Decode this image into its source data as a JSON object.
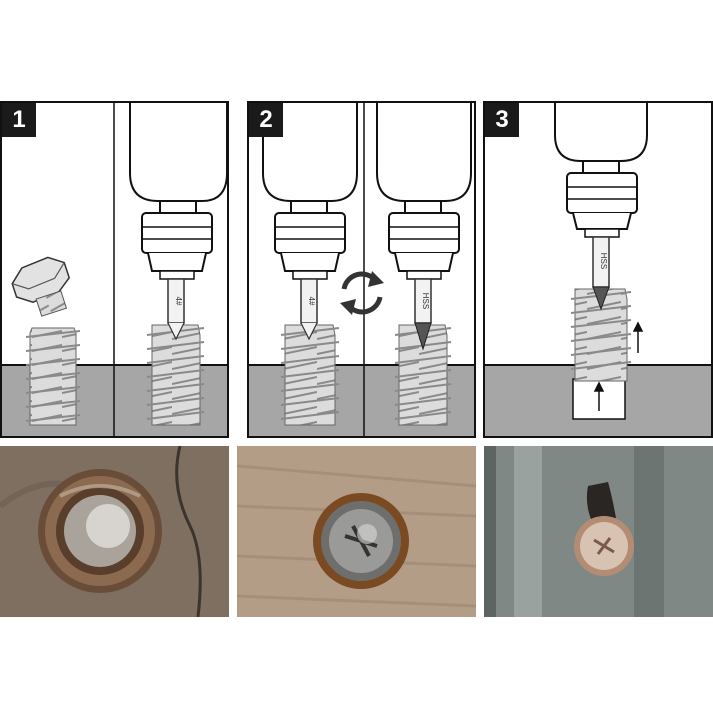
{
  "steps": [
    {
      "number": "1"
    },
    {
      "number": "2"
    },
    {
      "number": "3"
    }
  ],
  "bit_labels": {
    "step1_drill_bit": "4#",
    "step2_drill_bit": "4#",
    "step2_extractor_bit": "HSS",
    "step3_extractor_bit": "HSS"
  },
  "colors": {
    "ground": "#a6a6a6",
    "outline": "#111111",
    "screw_fill": "#d9d9d9",
    "photo_wood": "#7e6f61",
    "photo_wood_light": "#b49d86",
    "photo_metal": "#7f8885"
  },
  "photos": [
    {
      "name": "photo-rusted-nut"
    },
    {
      "name": "photo-stripped-screw-in-wood"
    },
    {
      "name": "photo-screw-in-metal-sheet"
    }
  ]
}
